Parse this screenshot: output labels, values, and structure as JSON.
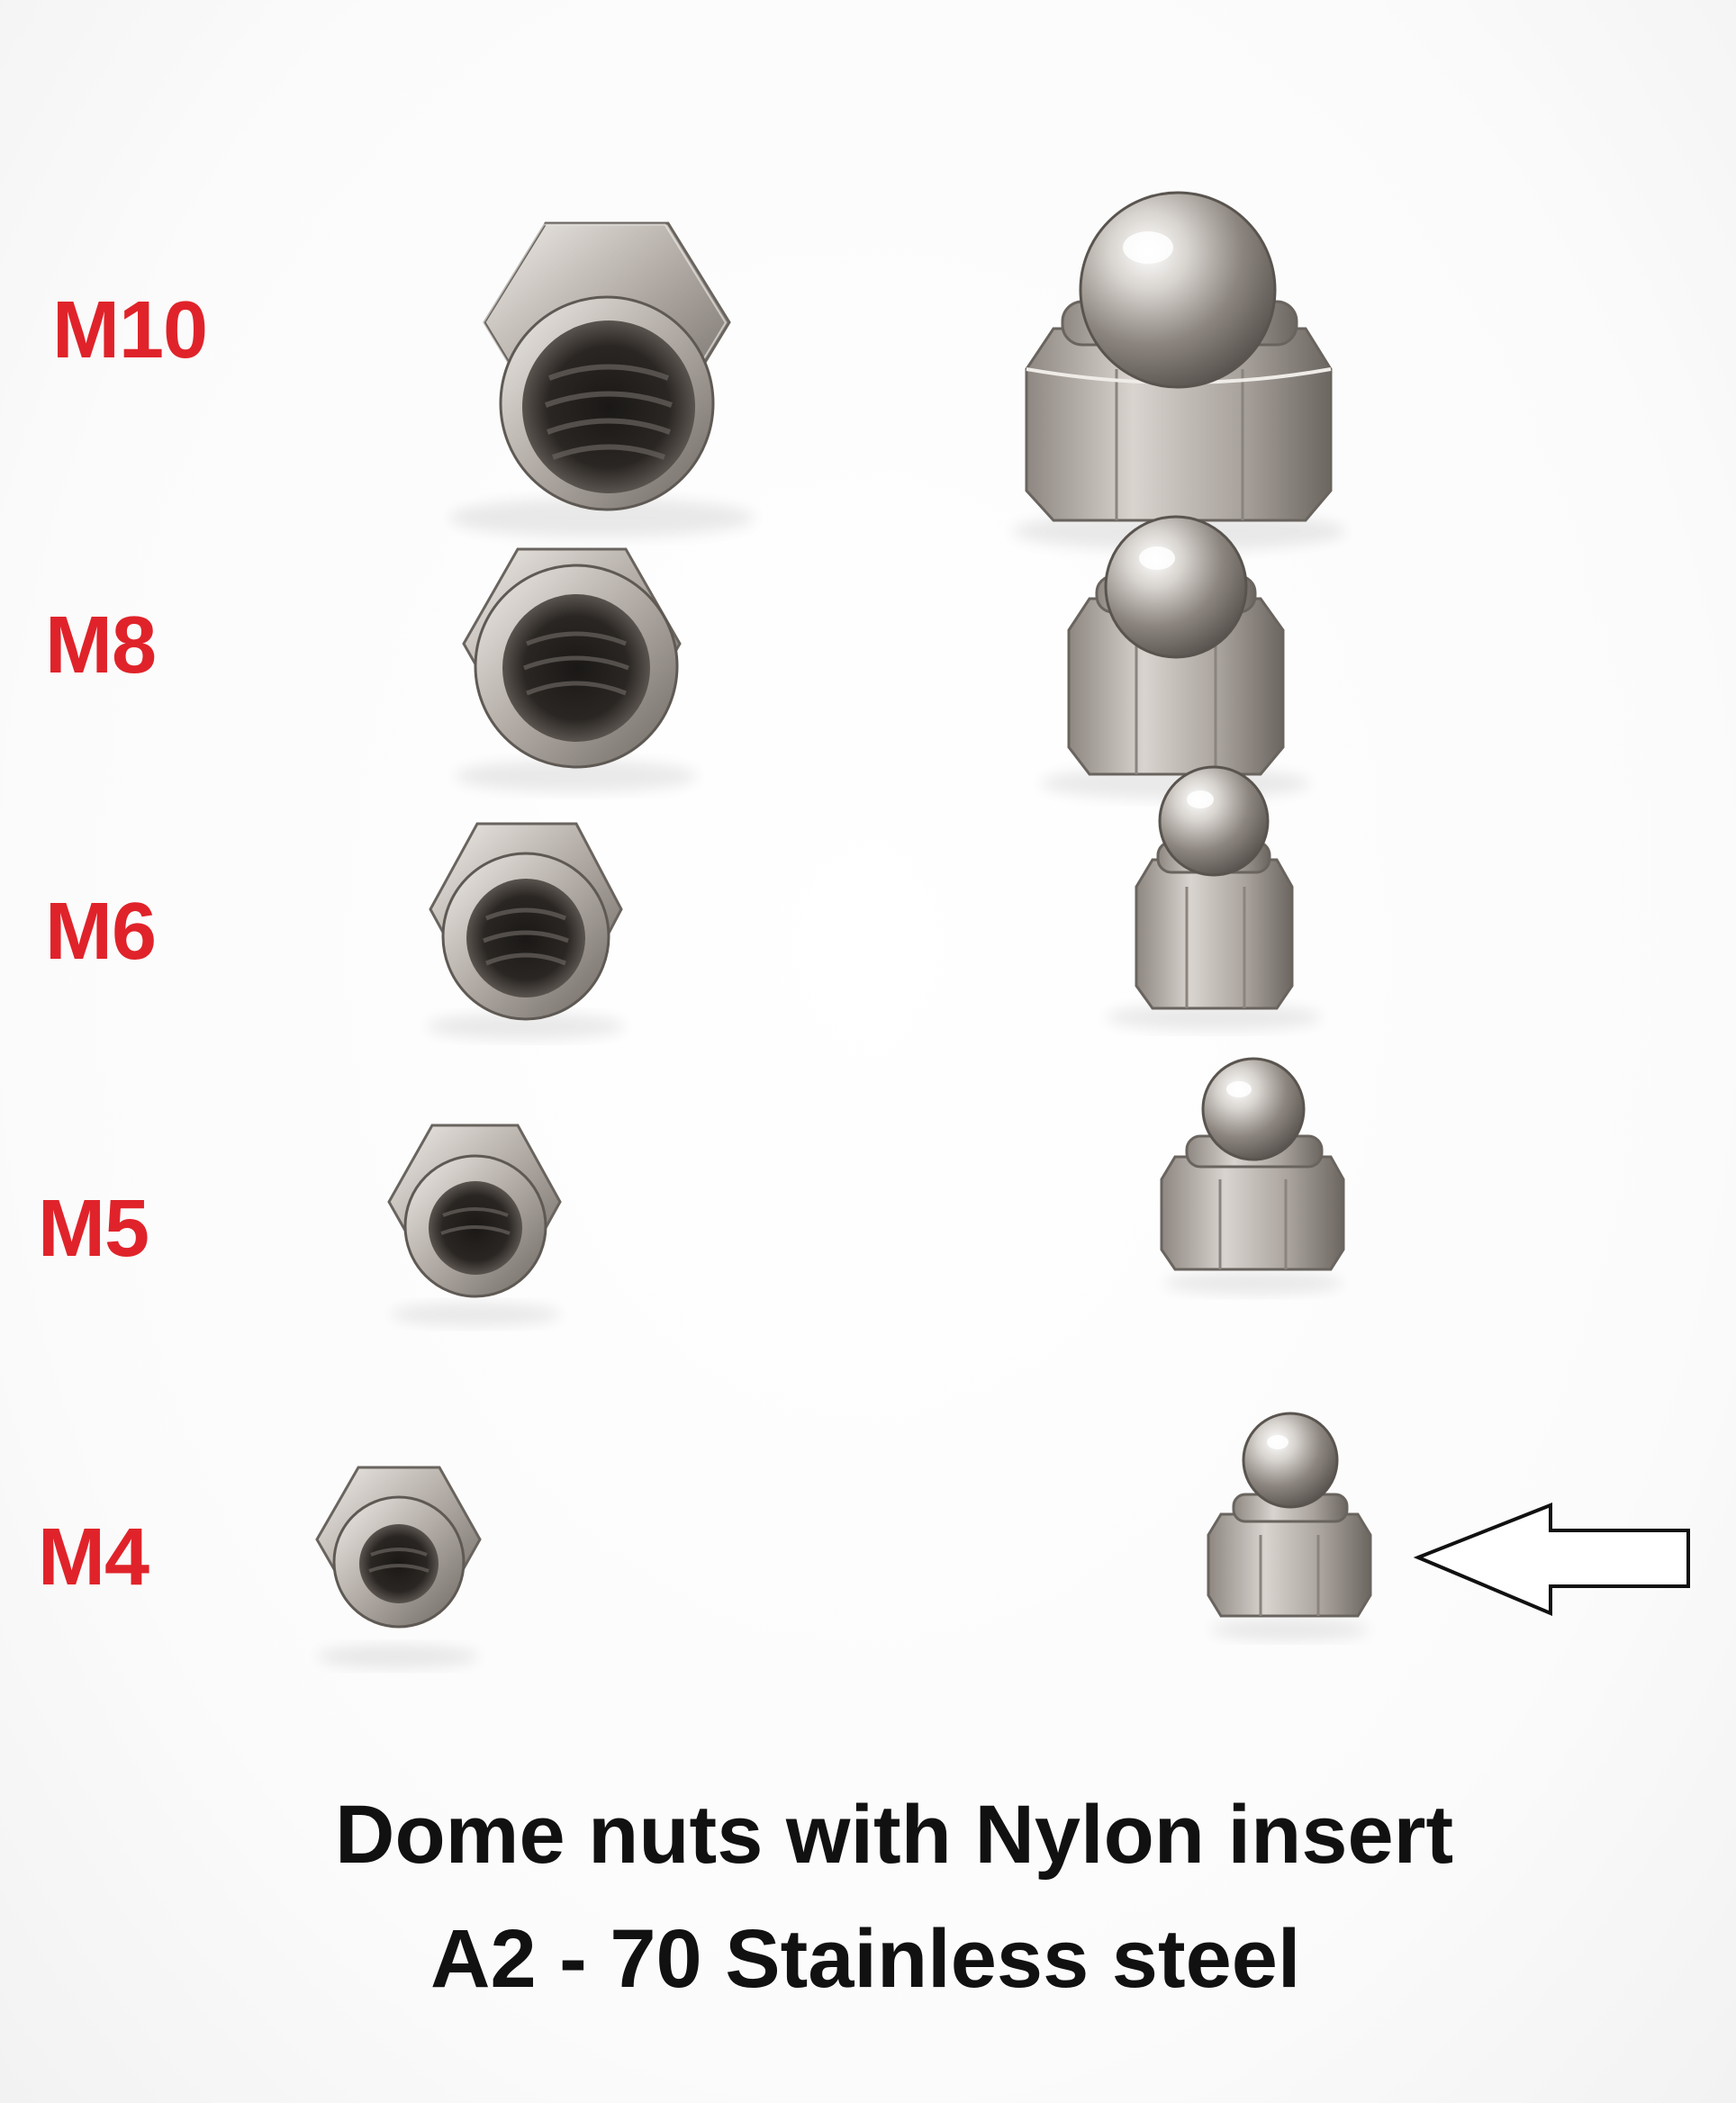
{
  "sizes": [
    {
      "label": "M10"
    },
    {
      "label": "M8"
    },
    {
      "label": "M6"
    },
    {
      "label": "M5"
    },
    {
      "label": "M4"
    }
  ],
  "caption": {
    "line1": "Dome nuts with Nylon insert",
    "line2": "A2 - 70 Stainless steel"
  },
  "colors": {
    "label_red": "#e0232a",
    "caption_text": "#111111",
    "metal_light": "#e4e0db",
    "metal_dark": "#7b7570"
  }
}
